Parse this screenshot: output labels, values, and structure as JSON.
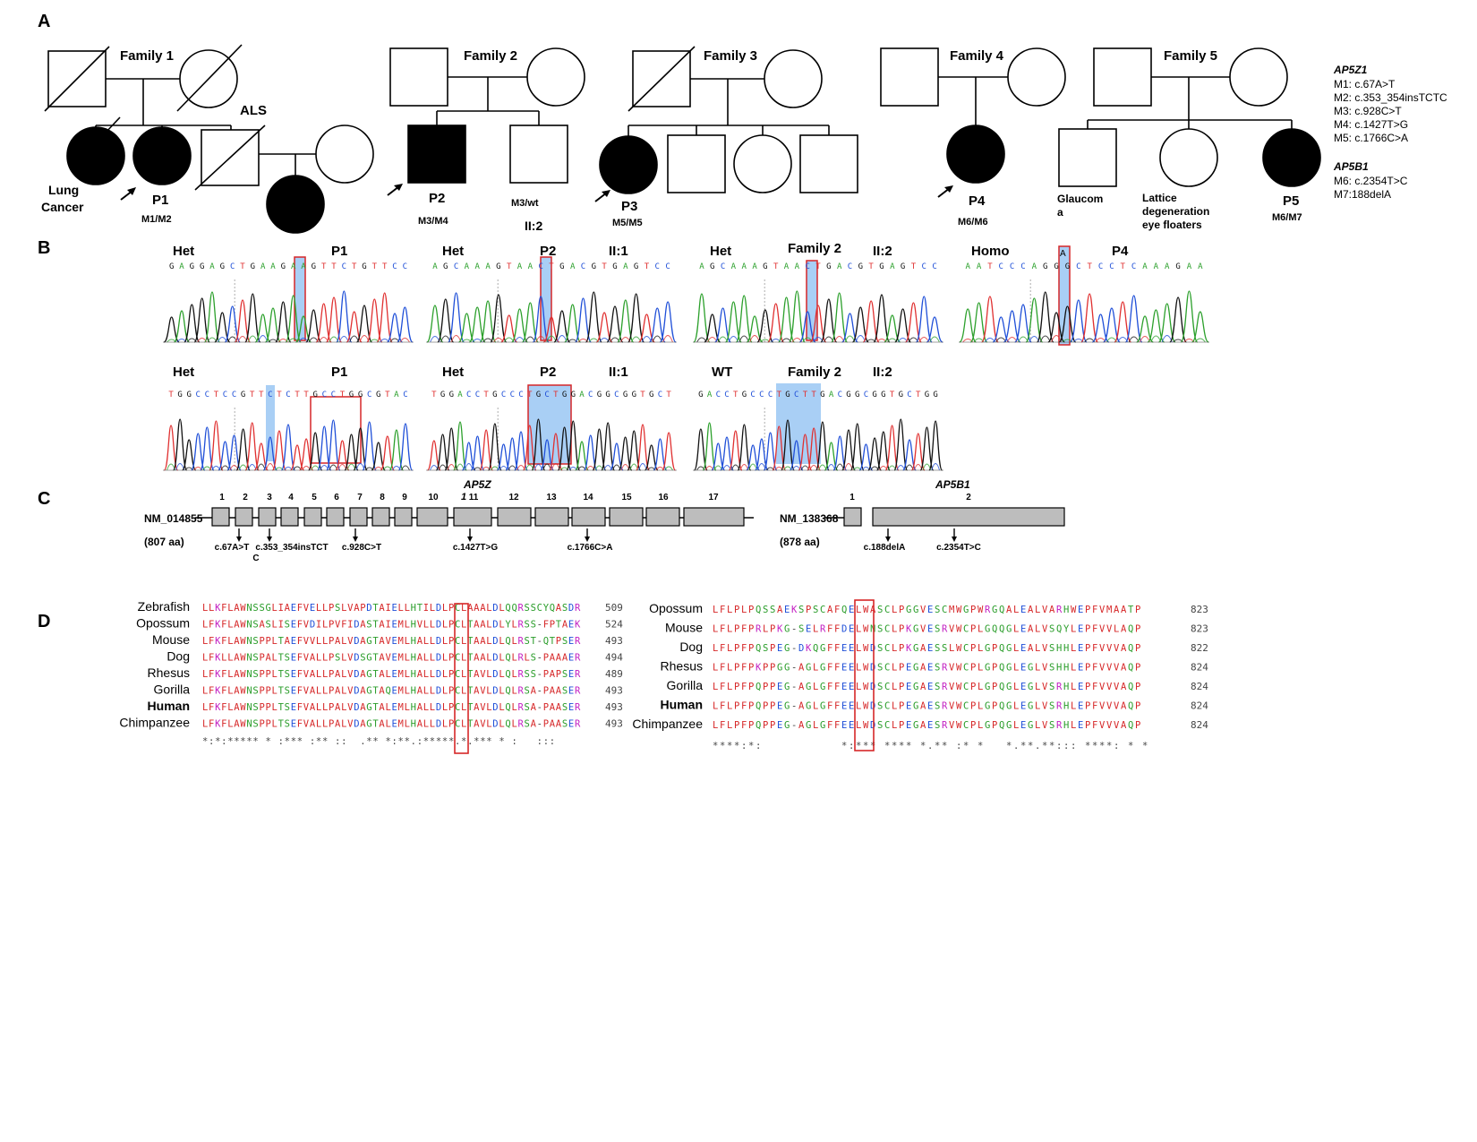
{
  "panel_labels": [
    "A",
    "B",
    "C",
    "D"
  ],
  "panel_a": {
    "families": [
      "Family 1",
      "Family 2",
      "Family 3",
      "Family 4",
      "Family 5"
    ],
    "family1": {
      "affected_note": "ALS",
      "lung_cancer_line1": "Lung",
      "lung_cancer_line2": "Cancer",
      "proband": "P1",
      "genotype": "M1/M2"
    },
    "family2": {
      "proband": "P2",
      "genotype": "M3/M4",
      "sibling_genotype": "M3/wt",
      "sibling_id": "II:2"
    },
    "family3": {
      "proband": "P3",
      "genotype": "M5/M5"
    },
    "family4": {
      "proband": "P4",
      "genotype": "M6/M6"
    },
    "family5": {
      "glaucoma_line1": "Glaucom",
      "glaucoma_line2": "a",
      "lattice_line1": "Lattice",
      "lattice_line2": "degeneration",
      "lattice_line3": "eye floaters",
      "proband": "P5",
      "genotype": "M6/M7"
    },
    "legend": {
      "gene1": "AP5Z1",
      "gene1_mutations": [
        "M1: c.67A>T",
        "M2: c.353_354insTCTC",
        "M3: c.928C>T",
        "M4: c.1427T>G",
        "M5: c.1766C>A"
      ],
      "gene2": "AP5B1",
      "gene2_mutations": [
        "M6: c.2354T>C",
        "M7:188delA"
      ]
    }
  },
  "panel_b": {
    "traces": [
      {
        "status": "Het",
        "sample": "P1",
        "extra": "",
        "seq": "GAGGAGCTGAAGAAGTTCTGTTCC"
      },
      {
        "status": "Het",
        "sample": "P2",
        "extra": "II:1",
        "seq": "AGCAAAGTAACTGACGTGAGTCC"
      },
      {
        "status": "Het",
        "sample": "Family 2",
        "extra": "II:2",
        "seq": "AGCAAAGTAACTGACGTGAGTCC"
      },
      {
        "status": "Homo",
        "sample": "P4",
        "extra": "",
        "seq": "AATCCCAGGGCTCCTCAAAGAA"
      },
      {
        "status": "Het",
        "sample": "P1",
        "extra": "",
        "seq": "TGGCCTCCGTTCTCTTGCCTGGCGTAC"
      },
      {
        "status": "Het",
        "sample": "P2",
        "extra": "II:1",
        "seq": "TGGACCTGCCCTGCTGGACGGCGGTGCT"
      },
      {
        "status": "WT",
        "sample": "Family 2",
        "extra": "II:2",
        "seq": "GACCTGCCCTGCTTGACGGCGGTGCTGG"
      }
    ],
    "p4_callout": "A"
  },
  "panel_c": {
    "ap5z1": {
      "gene": "AP5Z",
      "transcript": "NM_014855",
      "length": "(807 aa)",
      "exons": [
        "1",
        "2",
        "3",
        "4",
        "5",
        "6",
        "7",
        "8",
        "9",
        "10",
        "11",
        "12",
        "13",
        "14",
        "15",
        "16",
        "17"
      ],
      "exon11_marker": "1",
      "variants": [
        "c.67A>T",
        "c.353_354insTCT",
        "c.928C>T",
        "c.1427T>G",
        "c.1766C>A"
      ],
      "variant2_wrap": "C"
    },
    "ap5b1": {
      "gene": "AP5B1",
      "transcript": "NM_138368",
      "length": "(878 aa)",
      "exons": [
        "1",
        "2"
      ],
      "variants": [
        "c.188delA",
        "c.2354T>C"
      ]
    }
  },
  "panel_d": {
    "left": {
      "species": [
        "Zebrafish",
        "Opossum",
        "Mouse",
        "Dog",
        "Rhesus",
        "Gorilla",
        "Human",
        "Chimpanzee"
      ],
      "sequences": [
        "LLKFLAWNSSGLIAEFVELLPSLVAPDTAIELLHTILDLPCLAAALDLQQRSSCYQASDR",
        "LFKFLAWNSASLISEFVDILPVFIDASTAIEMLHVLLDLPCLTAALDLYLRSS-FPTAEK",
        "LFKFLAWNSPPLTAEFVVLLPALVDAGTAVEMLHALLDLPCLTAALDLQLRST-QTPSER",
        "LFKLLAWNSPALTSEFVALLPSLVDSGTAVEMLHALLDLPCLTAALDLQLRLS-PAAAER",
        "LFKFLAWNSPPLTSEFVALLPALVDAGTALEMLHALLDLPCLTAVLDLQLRSS-PAPSER",
        "LFKFLAWNSPPLTSEFVALLPALVDAGTAQEMLHALLDLPCLTAVLDLQLRSA-PAASER",
        "LFKFLAWNSPPLTSEFVALLPALVDAGTALEMLHALLDLPCLTAVLDLQLRSA-PAASER",
        "LFKFLAWNSPPLTSEFVALLPALVDAGTALEMLHALLDLPCLTAVLDLQLRSA-PAASER"
      ],
      "positions": [
        "509",
        "524",
        "493",
        "494",
        "489",
        "493",
        "493",
        "493"
      ],
      "consensus": "*:*:***** * :*** :** ::  .** *:**.:*****.*.*** * :   :::"
    },
    "right": {
      "species": [
        "Opossum",
        "Mouse",
        "Dog",
        "Rhesus",
        "Gorilla",
        "Human",
        "Chimpanzee"
      ],
      "sequences": [
        "LFLPLPQSSAEKSPSCAFQELWASCLPGGVESCMWGPWRGQALEALVARHWEPFVMAATP",
        "LFLPFPRLPKG-SELRFFDELWNSCLPKGVESRVWCPLGQQGLEALVSQYLEPFVVLAQP",
        "LFLPFPQSPEG-DKQGFFEELWDSCLPKGAESSLWCPLGPQGLEALVSHHLEPFVVVAQP",
        "LFLPFPKPPGG-AGLGFFEELWDSCLPEGAESRVWCPLGPQGLEGLVSHHLEPFVVVAQP",
        "LFLPFPQPPEG-AGLGFFEELWDSCLPEGAESRVWCPLGPQGLEGLVSRHLEPFVVVAQP",
        "LFLPFPQPPEG-AGLGFFEELWDSCLPEGAESRVWCPLGPQGLEGLVSRHLEPFVVVAQP",
        "LFLPFPQPPEG-AGLGFFEELWDSCLPEGAESRVWCPLGPQGLEGLVSRHLEPFVVVAQP"
      ],
      "positions": [
        "823",
        "823",
        "822",
        "824",
        "824",
        "824",
        "824"
      ],
      "consensus": "****:*:           *:*** **** *.** :* *   *.**.**::: ****: * *"
    }
  },
  "colors": {
    "box_red": "#d62728",
    "highlight_blue": "#a9cff5",
    "trace_a": "#2ca02c",
    "trace_c": "#1f4fd8",
    "trace_g": "#111111",
    "trace_t": "#e03030",
    "exon_fill": "#bdbdbd"
  }
}
